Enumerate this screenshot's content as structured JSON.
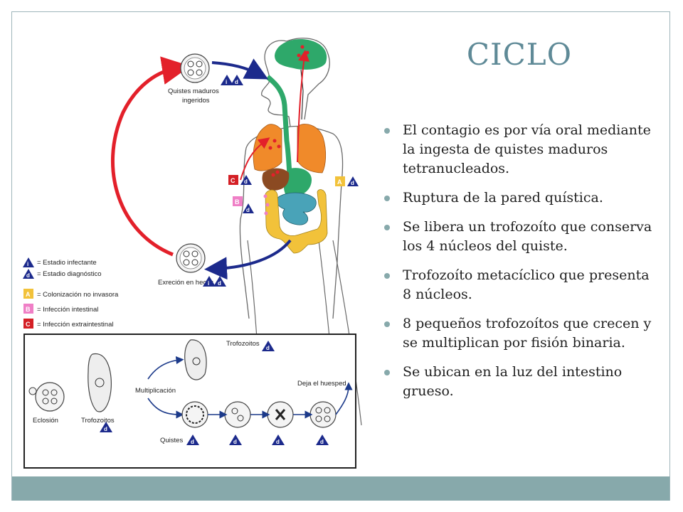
{
  "slide": {
    "title": "CICLO",
    "bullets": [
      "El contagio es por vía oral mediante la ingesta de quistes maduros tetranucleados.",
      "Ruptura de la pared quística.",
      "Se libera un trofozoíto que conserva los 4 núcleos del quiste.",
      "Trofozoíto metacíclico que presenta 8 núcleos.",
      "8 pequeños trofozoítos que crecen y se multiplican por fisión binaria.",
      "Se ubican en la luz del intestino grueso."
    ]
  },
  "diagram": {
    "top_cyst_label_1": "Quistes maduros",
    "top_cyst_label_2": "ingeridos",
    "excretion_label": "Exreción en heces",
    "legend": [
      {
        "symbol": "i",
        "text": "= Estadio infectante"
      },
      {
        "symbol": "d",
        "text": "= Estadio diagnóstico"
      },
      {
        "symbol": "A",
        "text": "= Colonización no invasora"
      },
      {
        "symbol": "B",
        "text": "= Infección intestinal"
      },
      {
        "symbol": "C",
        "text": "= Infección extraintestinal"
      }
    ],
    "box_labels": {
      "trofozoitos_top": "Trofozoitos",
      "eclosion": "Eclosión",
      "trofozoitos": "Trofozoitos",
      "multiplicacion": "Multiplicación",
      "quistes": "Quistes",
      "deja_huesped": "Deja el huesped"
    },
    "tri_i": "i",
    "tri_d": "d",
    "sq_A": "A",
    "sq_B": "B",
    "sq_C": "C",
    "colors": {
      "red_arrow": "#e3202a",
      "blue_arrow": "#1c2a8c",
      "brain": "#2ea86a",
      "lungs": "#f08a2a",
      "liver": "#8b4a22",
      "intestine": "#49a3b8",
      "colon": "#f2c23a",
      "legend_A": "#f2c23a",
      "legend_B": "#ef7fc6",
      "legend_C": "#d41f25",
      "triangle": "#1c2a8c"
    }
  }
}
